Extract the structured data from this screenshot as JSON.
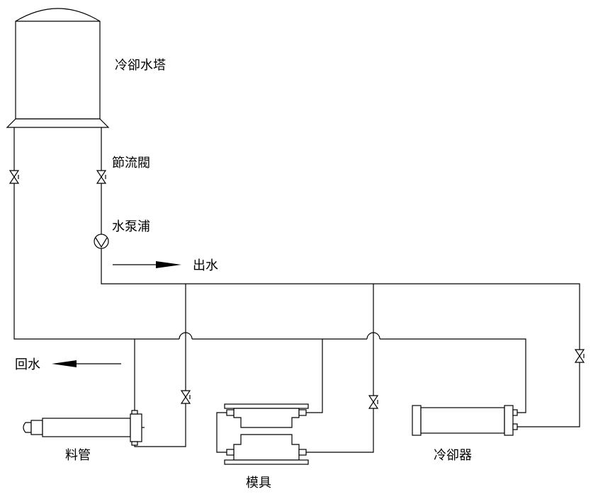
{
  "labels": {
    "cooling_tower": "冷卻水塔",
    "throttle_valve": "節流閥",
    "water_pump": "水泵浦",
    "outlet": "出水",
    "return": "回水",
    "barrel": "料管",
    "mold": "模具",
    "cooler": "冷卻器"
  },
  "colors": {
    "line": "#000000",
    "background": "#ffffff"
  }
}
